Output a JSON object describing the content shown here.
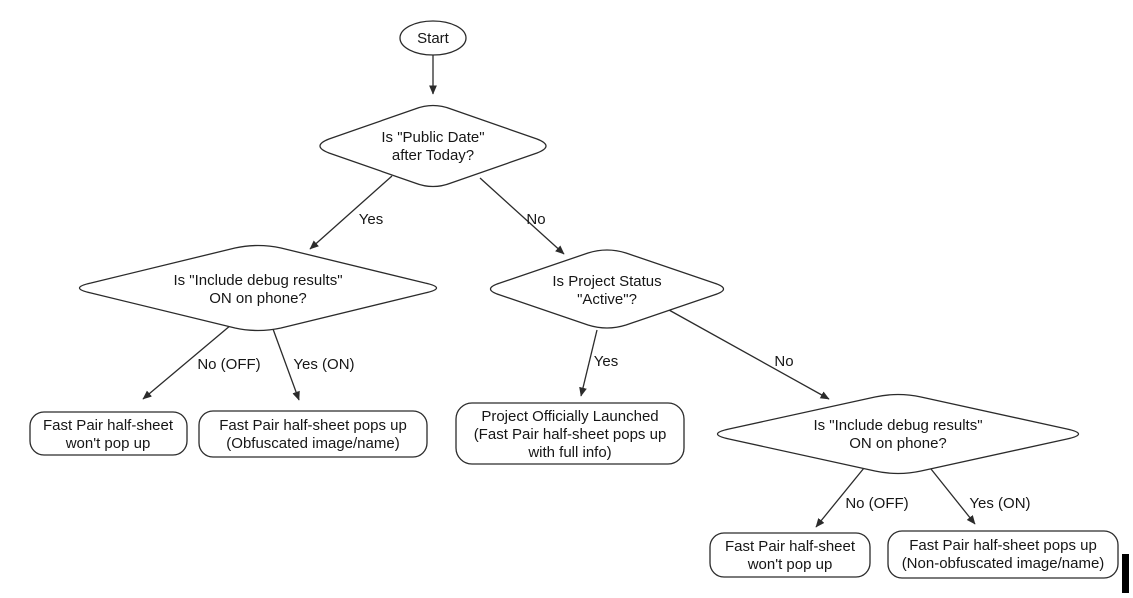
{
  "diagram": {
    "background_color": "#ffffff",
    "stroke_color": "#2b2b2b",
    "text_color": "#161616",
    "nodes": {
      "start": {
        "type": "terminator",
        "label": "Start"
      },
      "public_date": {
        "type": "decision",
        "lines": [
          "Is \"Public Date\"",
          "after Today?"
        ]
      },
      "debug_left": {
        "type": "decision",
        "lines": [
          "Is \"Include debug results\"",
          "ON on phone?"
        ]
      },
      "project_status": {
        "type": "decision",
        "lines": [
          "Is Project Status",
          "\"Active\"?"
        ]
      },
      "debug_right": {
        "type": "decision",
        "lines": [
          "Is \"Include debug results\"",
          "ON on phone?"
        ]
      },
      "no_popup_left": {
        "type": "result",
        "lines": [
          "Fast Pair half-sheet",
          "won't pop up"
        ]
      },
      "obfuscated_popup": {
        "type": "result",
        "lines": [
          "Fast Pair half-sheet pops up",
          "(Obfuscated image/name)"
        ]
      },
      "launched": {
        "type": "result",
        "lines": [
          "Project Officially Launched",
          "(Fast Pair half-sheet pops up",
          "with full info)"
        ]
      },
      "no_popup_right": {
        "type": "result",
        "lines": [
          "Fast Pair half-sheet",
          "won't pop up"
        ]
      },
      "non_obfuscated_popup": {
        "type": "result",
        "lines": [
          "Fast Pair half-sheet pops up",
          "(Non-obfuscated image/name)"
        ]
      }
    },
    "edge_labels": {
      "public_date_yes": "Yes",
      "public_date_no": "No",
      "debug_left_no_off": "No (OFF)",
      "debug_left_yes_on": "Yes (ON)",
      "project_status_yes": "Yes",
      "project_status_no": "No",
      "debug_right_no_off": "No (OFF)",
      "debug_right_yes_on": "Yes (ON)"
    }
  }
}
